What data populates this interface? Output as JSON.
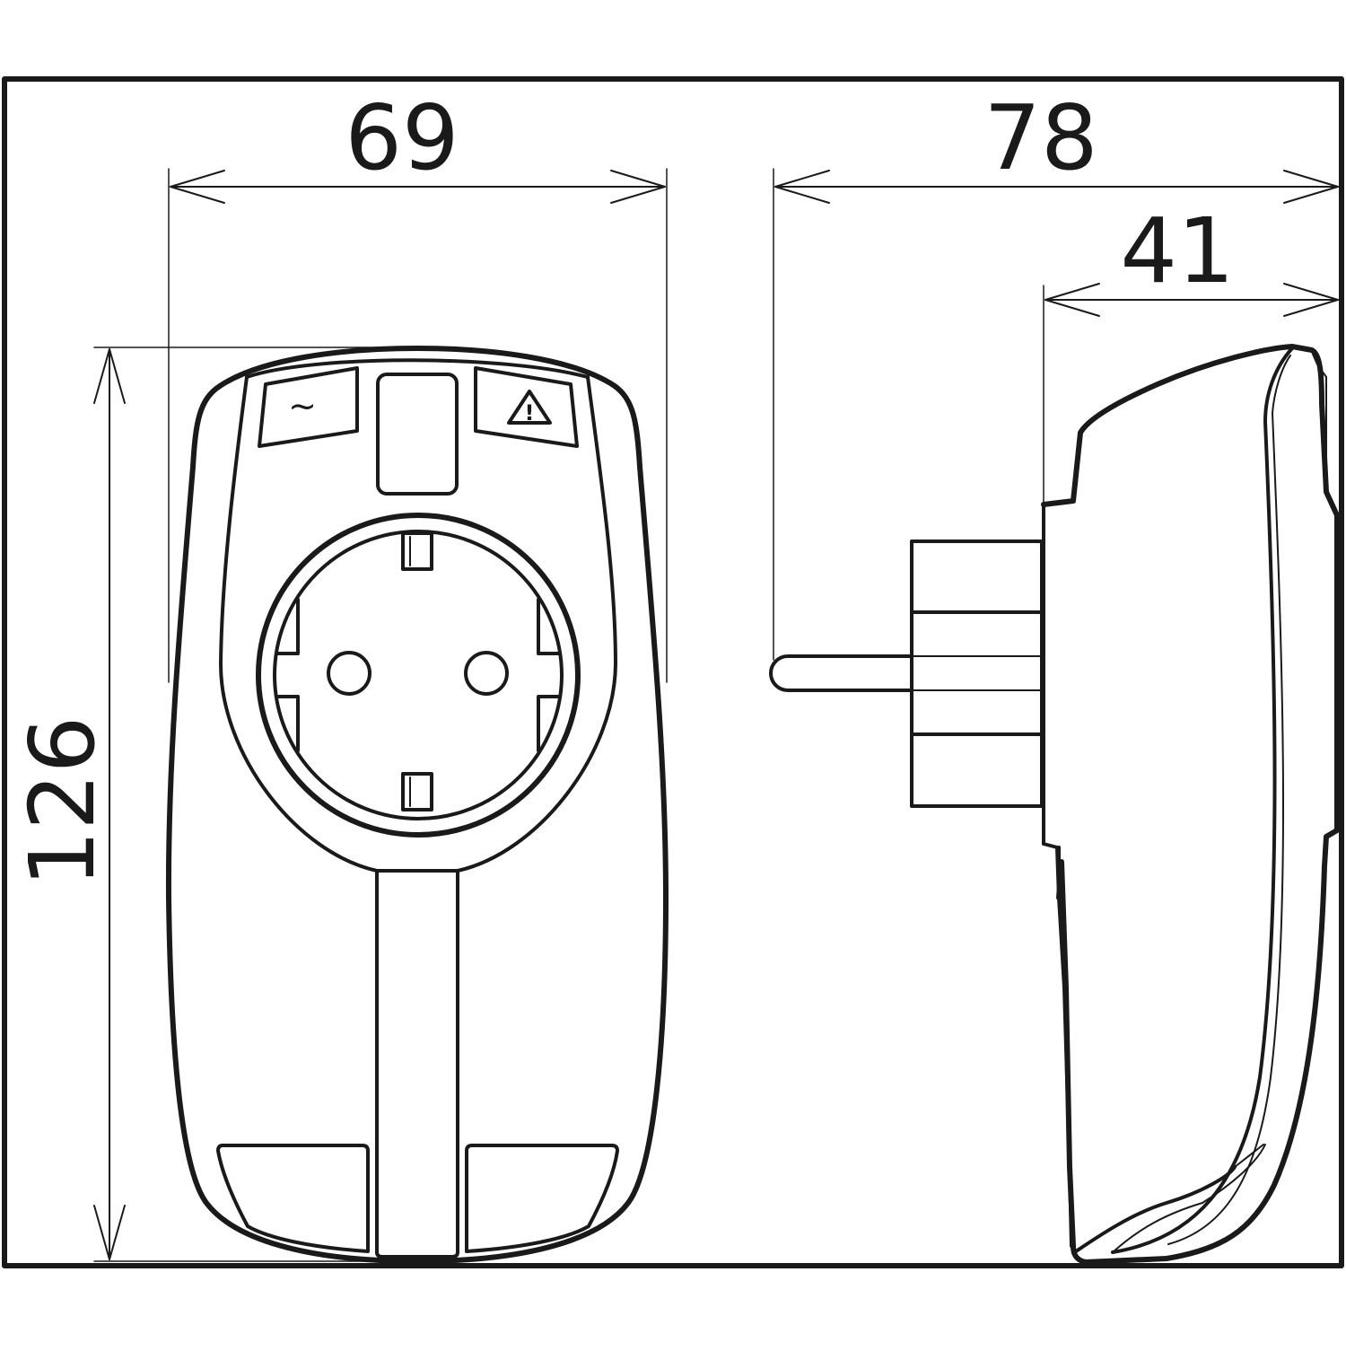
{
  "drawing": {
    "line_color": "#1a1a1a",
    "background": "#ffffff"
  },
  "dimensions": {
    "front_width": "69",
    "front_height": "126",
    "side_depth_total": "78",
    "side_depth_body": "41"
  },
  "icons": {
    "power_indicator": "tilde-wave-icon",
    "warning_indicator": "warning-triangle-icon"
  },
  "indicator_text": {
    "power_symbol": "~",
    "warning_symbol": "!"
  }
}
